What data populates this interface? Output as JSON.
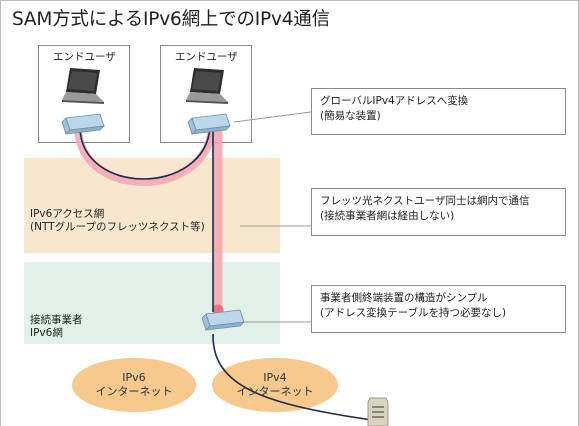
{
  "title": "SAM方式によるIPv6網上でのIPv4通信",
  "users": {
    "left_label": "エンドユーザ",
    "right_label": "エンドユーザ"
  },
  "regions": {
    "access": {
      "line1": "IPv6アクセス網",
      "line2": "(NTTグループのフレッツネクスト等)"
    },
    "carrier": {
      "line1": "接続事業者",
      "line2": "IPv6網"
    }
  },
  "notes": [
    {
      "line1": "グローバルIPv4アドレスへ変換",
      "line2": "(簡易な装置)"
    },
    {
      "line1": "フレッツ光ネクストユーザ同士は網内で通信",
      "line2": "(接続事業者網は経由しない)"
    },
    {
      "line1": "事業者側終端装置の構造がシンプル",
      "line2": "(アドレス変換テーブルを持つ必要なし)"
    }
  ],
  "internet": {
    "ipv6": {
      "line1": "IPv6",
      "line2": "インターネット"
    },
    "ipv4": {
      "line1": "IPv4",
      "line2": "インターネット"
    }
  },
  "colors": {
    "access_region": "#f9e6cf",
    "carrier_region": "#dff1e8",
    "internet_cloud": "#f7c98c",
    "pink_path": "#f3a9b6",
    "connection_line": "#1e2a4a",
    "device_blue": "#bcd7ea"
  },
  "icons": [
    "laptop-icon",
    "adapter-device-icon",
    "server-icon"
  ]
}
